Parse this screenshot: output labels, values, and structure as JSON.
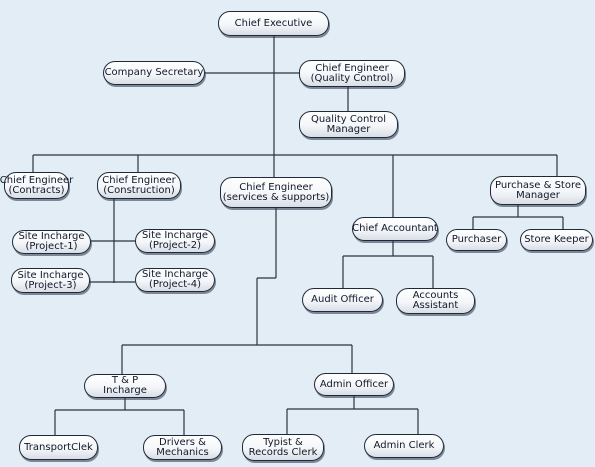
{
  "org_chart": {
    "chief_executive": [
      "Chief Executive"
    ],
    "company_secretary": [
      "Company Secretary"
    ],
    "ce_quality": [
      "Chief Engineer",
      "(Quality Control)"
    ],
    "qc_manager": [
      "Quality Control",
      "Manager"
    ],
    "ce_contracts": [
      "Chief Engineer",
      "(Contracts)"
    ],
    "ce_construction": [
      "Chief Engineer",
      "(Construction)"
    ],
    "ce_services": [
      "Chief Engineer",
      "(services & supports)"
    ],
    "chief_accountant": [
      "Chief Accountant"
    ],
    "purchase_store_manager": [
      "Purchase & Store",
      "Manager"
    ],
    "purchaser": [
      "Purchaser"
    ],
    "store_keeper": [
      "Store Keeper"
    ],
    "site_p1": [
      "Site Incharge",
      "(Project-1)"
    ],
    "site_p2": [
      "Site Incharge",
      "(Project-2)"
    ],
    "site_p3": [
      "Site Incharge",
      "(Project-3)"
    ],
    "site_p4": [
      "Site Incharge",
      "(Project-4)"
    ],
    "audit_officer": [
      "Audit Officer"
    ],
    "accounts_assistant": [
      "Accounts",
      "Assistant"
    ],
    "tp_incharge": [
      "T & P",
      "Incharge"
    ],
    "admin_officer": [
      "Admin Officer"
    ],
    "transport_clerk": [
      "TransportClek"
    ],
    "drivers_mechanics": [
      "Drivers &",
      "Mechanics"
    ],
    "typist_records": [
      "Typist &",
      "Records Clerk"
    ],
    "admin_clerk": [
      "Admin Clerk"
    ]
  }
}
